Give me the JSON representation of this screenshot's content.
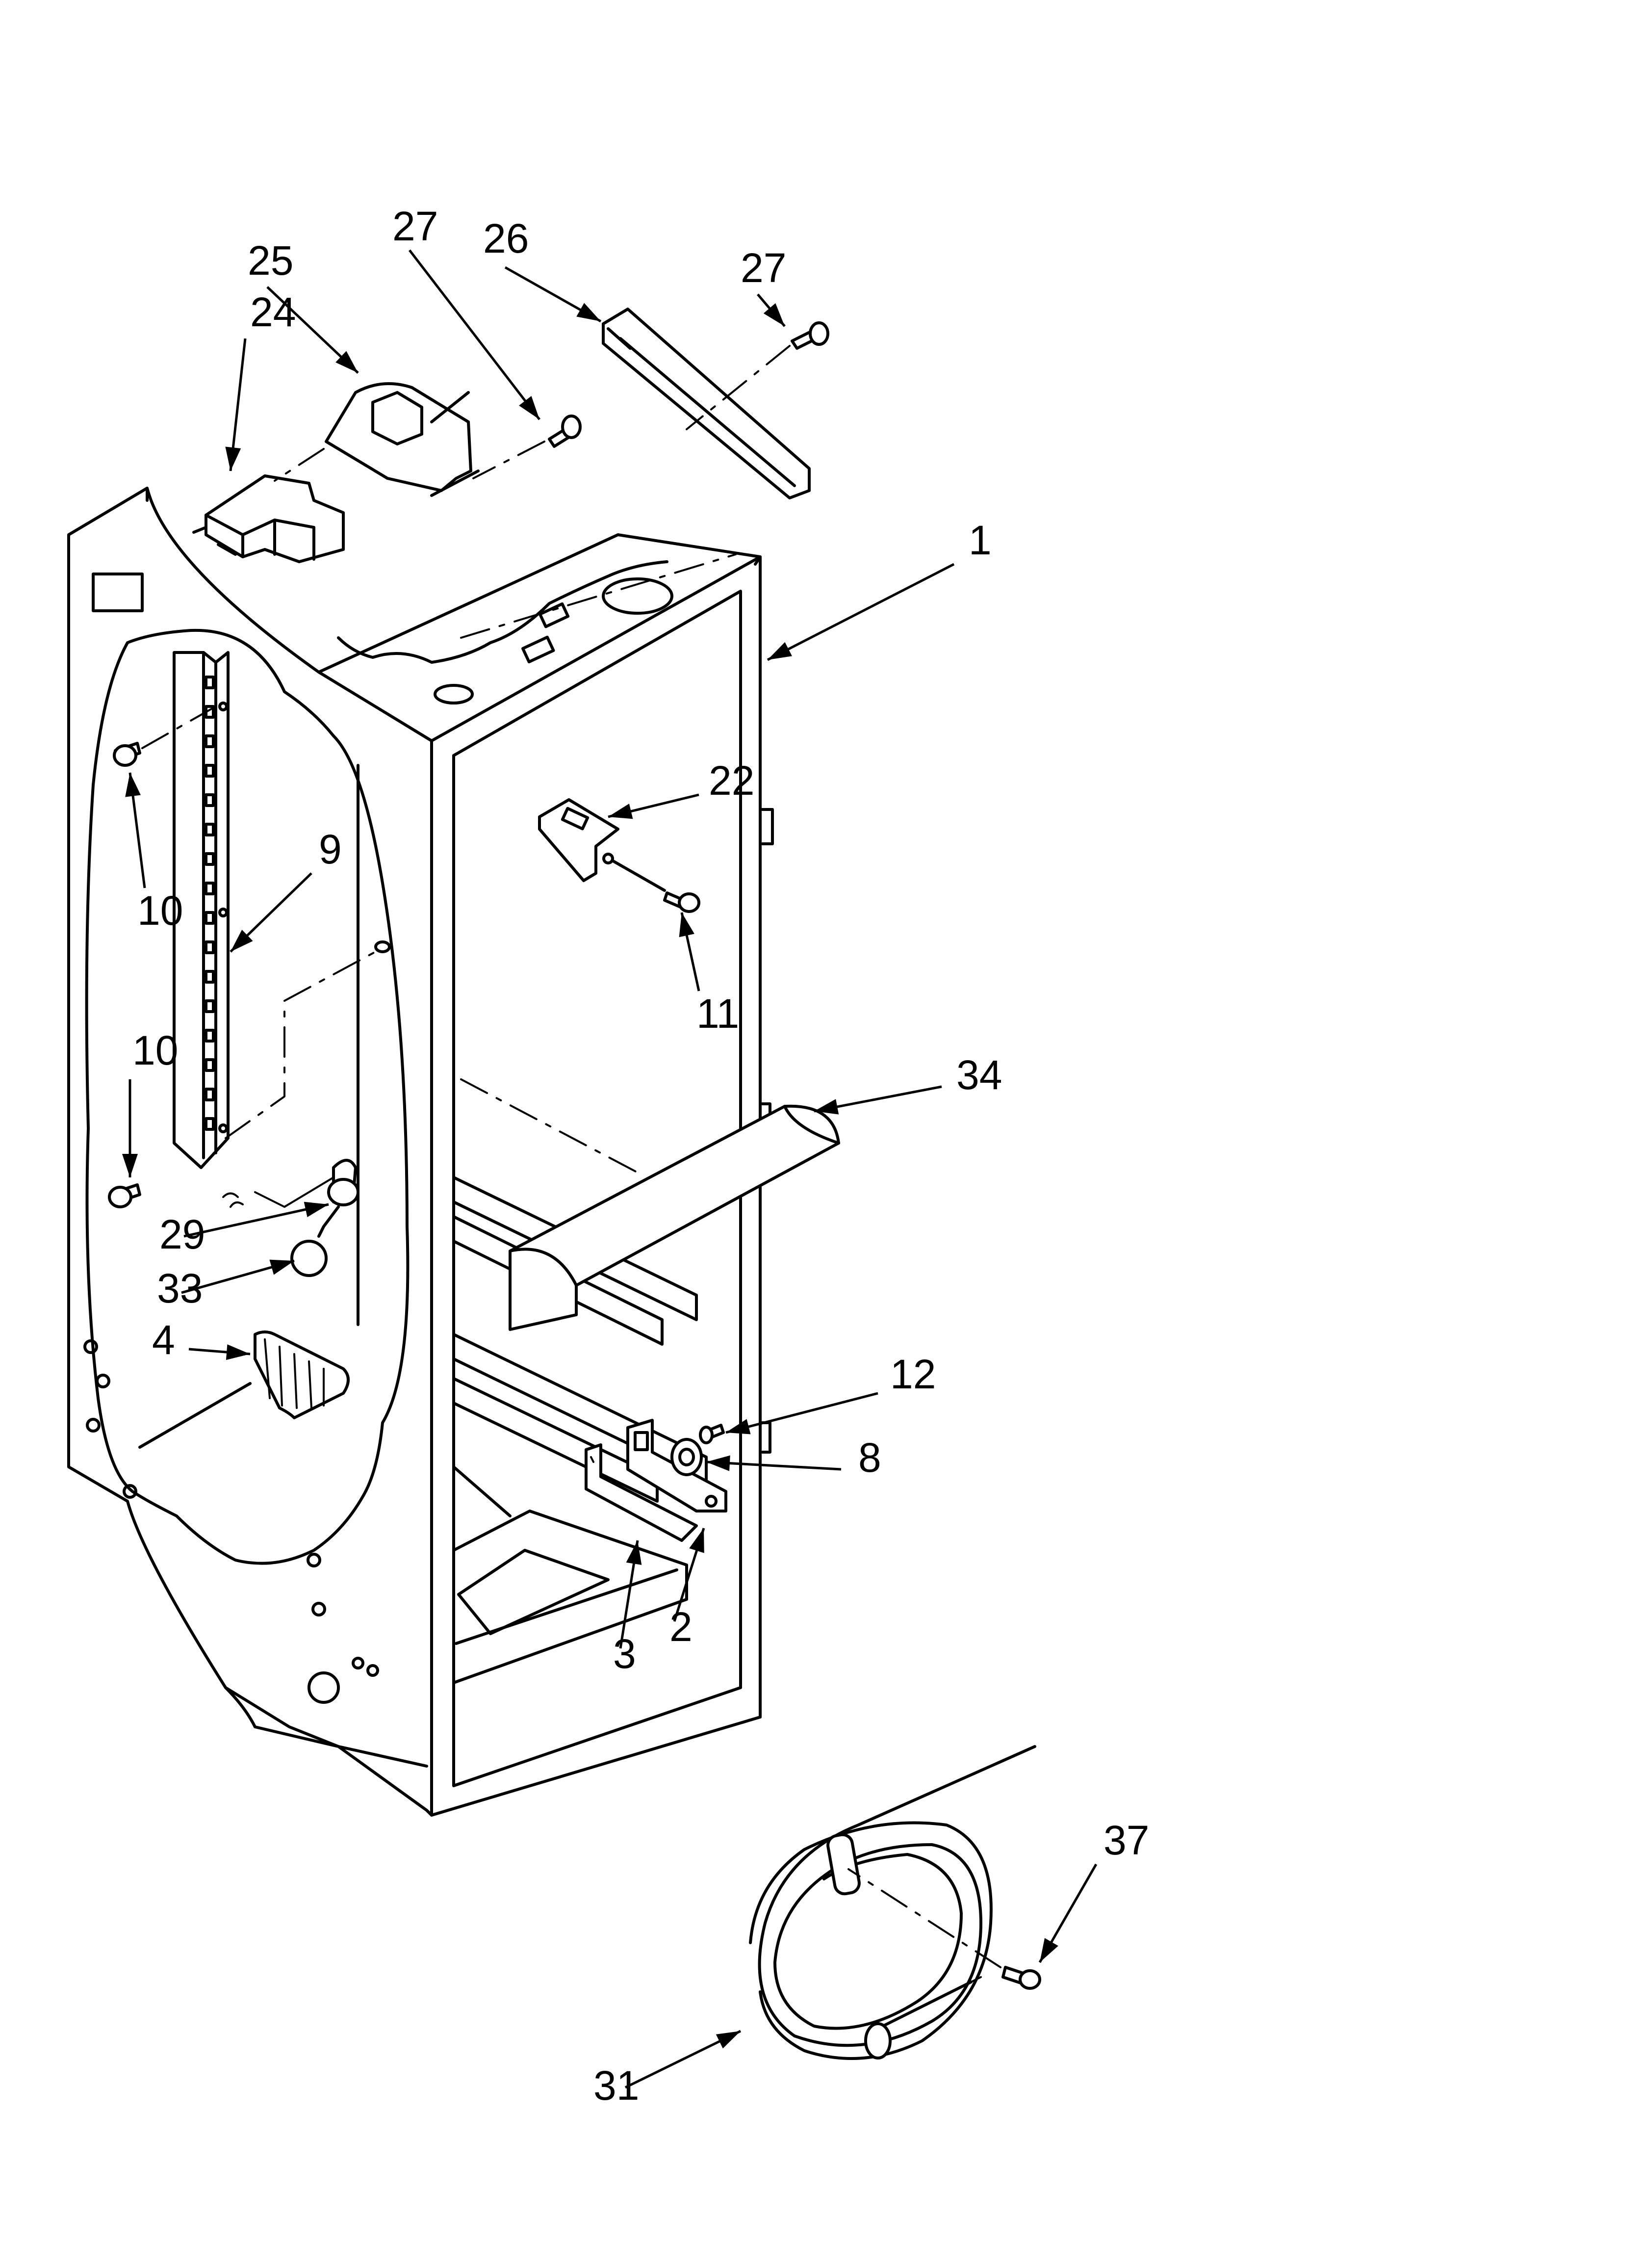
{
  "diagram": {
    "callouts": [
      {
        "id": "c27a",
        "label": "27"
      },
      {
        "id": "c26",
        "label": "26"
      },
      {
        "id": "c27b",
        "label": "27"
      },
      {
        "id": "c25",
        "label": "25"
      },
      {
        "id": "c24",
        "label": "24"
      },
      {
        "id": "c1",
        "label": "1"
      },
      {
        "id": "c22",
        "label": "22"
      },
      {
        "id": "c11",
        "label": "11"
      },
      {
        "id": "c9",
        "label": "9"
      },
      {
        "id": "c10a",
        "label": "10"
      },
      {
        "id": "c10b",
        "label": "10"
      },
      {
        "id": "c34",
        "label": "34"
      },
      {
        "id": "c29",
        "label": "29"
      },
      {
        "id": "c33",
        "label": "33"
      },
      {
        "id": "c4",
        "label": "4"
      },
      {
        "id": "c12",
        "label": "12"
      },
      {
        "id": "c8",
        "label": "8"
      },
      {
        "id": "c2",
        "label": "2"
      },
      {
        "id": "c3",
        "label": "3"
      },
      {
        "id": "c37",
        "label": "37"
      },
      {
        "id": "c31",
        "label": "31"
      }
    ]
  }
}
